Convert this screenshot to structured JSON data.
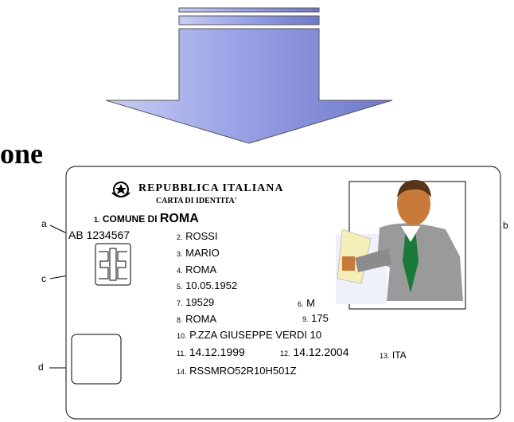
{
  "heading": "one",
  "card": {
    "header_line1": "REPUBBLICA ITALIANA",
    "header_line2": "CARTA DI IDENTITA'",
    "comune_prefix": "COMUNE DI",
    "comune_name": "ROMA",
    "doc_number": "AB 1234567",
    "fields": [
      {
        "num": "2.",
        "value": "ROSSI"
      },
      {
        "num": "3.",
        "value": "MARIO"
      },
      {
        "num": "4.",
        "value": "ROMA"
      },
      {
        "num": "5.",
        "value": "10.05.1952"
      },
      {
        "num": "7.",
        "value": "19529"
      },
      {
        "num": "8.",
        "value": "ROMA"
      },
      {
        "num": "10.",
        "value": "P.ZZA GIUSEPPE VERDI 10"
      },
      {
        "num": "11.",
        "value": "14.12.1999"
      },
      {
        "num": "14.",
        "value": "RSSMRO52R10H501Z"
      }
    ],
    "sex": {
      "num": "6.",
      "value": "M"
    },
    "height": {
      "num": "9.",
      "value": "175"
    },
    "expiry": {
      "num": "12.",
      "value": "14.12.2004"
    },
    "nationality": {
      "num": "13.",
      "value": "ITA"
    },
    "comune_num": "1."
  },
  "callouts": {
    "a": "a",
    "b": "b",
    "c": "c",
    "d": "d"
  },
  "colors": {
    "arrow_fill": "#9aa3e6",
    "arrow_stroke": "#555555",
    "jacket": "#9a9a9a",
    "tie": "#1a7a3a",
    "skin": "#c77a3a"
  }
}
